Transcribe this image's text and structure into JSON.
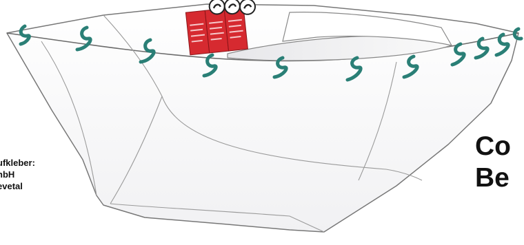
{
  "caption_left": {
    "line1": "ufkleber:",
    "line2": "nbH",
    "line3": "evetal"
  },
  "caption_right": {
    "line1": "Co",
    "line2": "Be"
  },
  "illustration": {
    "subject": "bag-with-lid-and-stickers",
    "sticker_color": "#d62a30",
    "tie_color": "#2a7f76",
    "outline_color": "#707070",
    "sticker_count": 3,
    "tie_count": 11
  }
}
